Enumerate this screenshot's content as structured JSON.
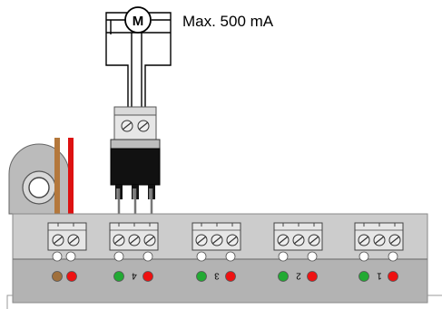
{
  "motor": {
    "symbol_letter": "M",
    "current_label": "Max. 500 mA"
  },
  "channels": [
    {
      "number_label": "4"
    },
    {
      "number_label": "3"
    },
    {
      "number_label": "2"
    },
    {
      "number_label": "1"
    }
  ],
  "colors": {
    "board_top": "#cccccc",
    "board_bottom": "#b3b3b3",
    "terminal_block": "#e6e6e6",
    "transistor_body": "#111111",
    "wire_brown": "#b4783c",
    "wire_red": "#dd1111",
    "led_green": "#22aa33",
    "led_red": "#ee1111",
    "led_brown": "#a0703c"
  }
}
